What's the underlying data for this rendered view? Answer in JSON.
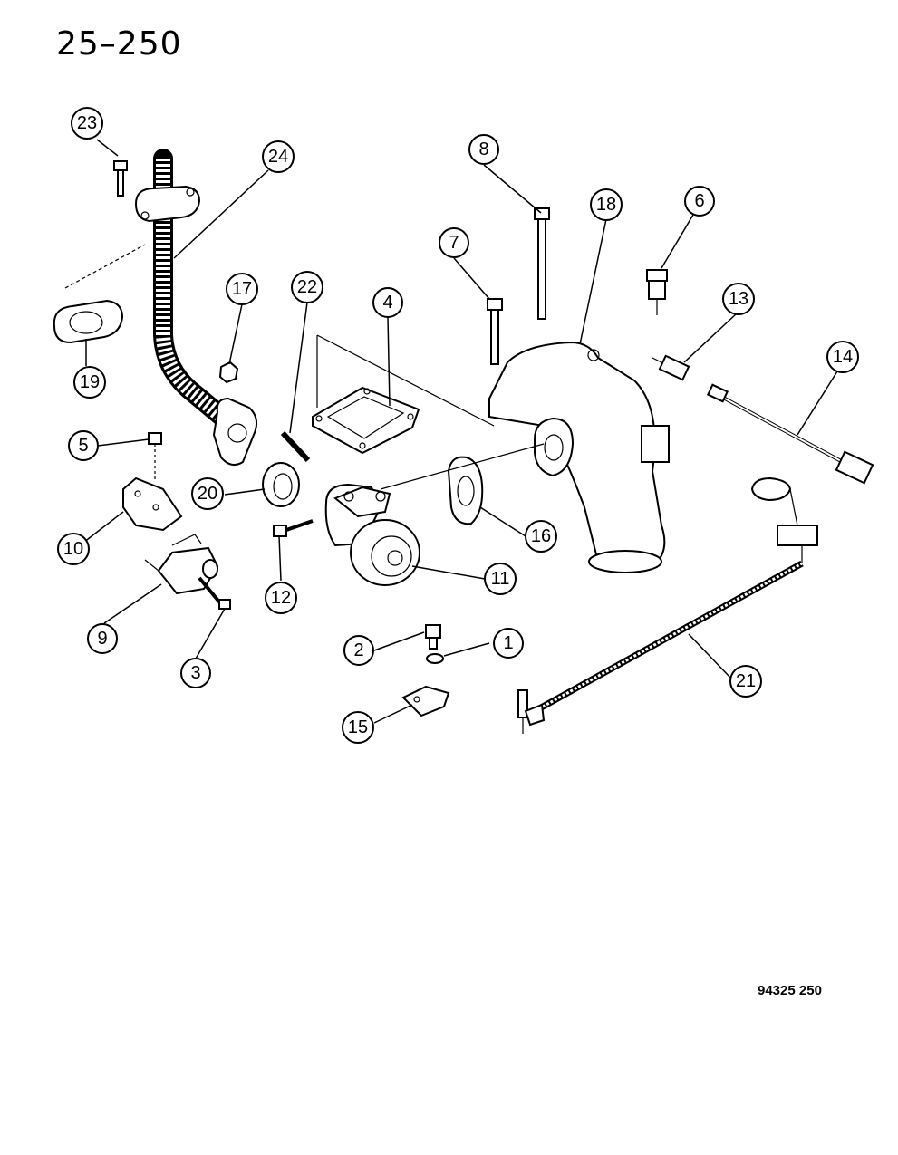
{
  "page_number": "25–250",
  "figure_code": "94325  250",
  "callouts": [
    {
      "id": "1",
      "label": "1"
    },
    {
      "id": "2",
      "label": "2"
    },
    {
      "id": "3",
      "label": "3"
    },
    {
      "id": "4",
      "label": "4"
    },
    {
      "id": "5",
      "label": "5"
    },
    {
      "id": "6",
      "label": "6"
    },
    {
      "id": "7",
      "label": "7"
    },
    {
      "id": "8",
      "label": "8"
    },
    {
      "id": "9",
      "label": "9"
    },
    {
      "id": "10",
      "label": "10"
    },
    {
      "id": "11",
      "label": "11"
    },
    {
      "id": "12",
      "label": "12"
    },
    {
      "id": "13",
      "label": "13"
    },
    {
      "id": "14",
      "label": "14"
    },
    {
      "id": "15",
      "label": "15"
    },
    {
      "id": "16",
      "label": "16"
    },
    {
      "id": "17",
      "label": "17"
    },
    {
      "id": "18",
      "label": "18"
    },
    {
      "id": "19",
      "label": "19"
    },
    {
      "id": "20",
      "label": "20"
    },
    {
      "id": "21",
      "label": "21"
    },
    {
      "id": "22",
      "label": "22"
    },
    {
      "id": "23",
      "label": "23"
    },
    {
      "id": "24",
      "label": "24"
    }
  ]
}
